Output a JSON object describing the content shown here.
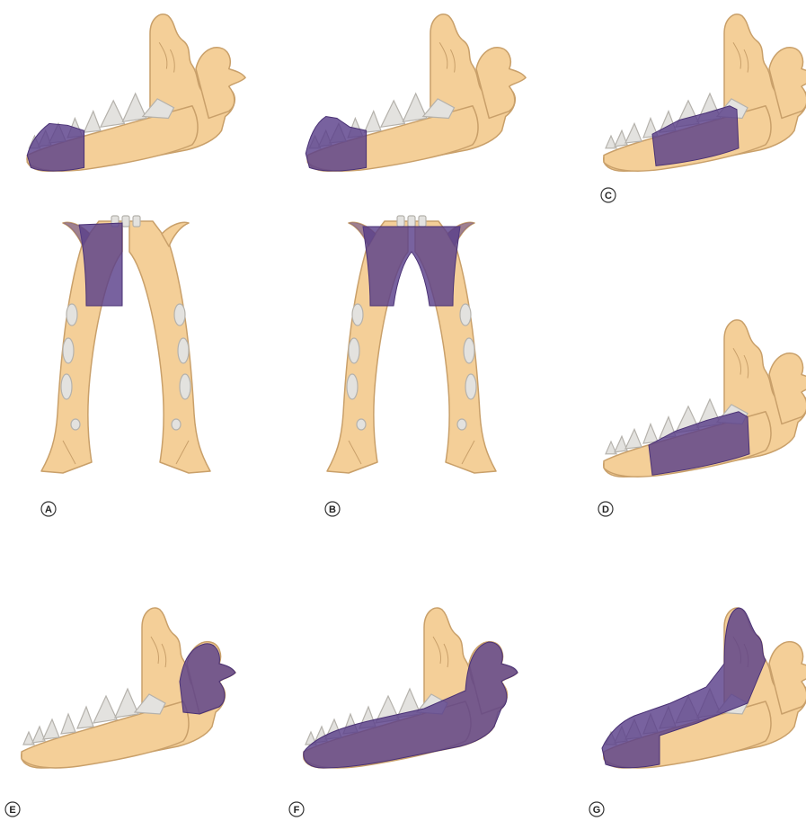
{
  "panels": [
    {
      "id": "A",
      "label": "A"
    },
    {
      "id": "B",
      "label": "B"
    },
    {
      "id": "C",
      "label": "C"
    },
    {
      "id": "D",
      "label": "D"
    },
    {
      "id": "E",
      "label": "E"
    },
    {
      "id": "F",
      "label": "F"
    },
    {
      "id": "G",
      "label": "G"
    }
  ],
  "colors": {
    "bone": "#f4cf98",
    "bone_outline": "#c9a06a",
    "tooth": "#e3e2df",
    "resection": "#5a3f8a"
  },
  "icons": {
    "lateral_view": "lateral-mandible-icon",
    "dorsal_view": "dorsal-mandible-icon"
  }
}
